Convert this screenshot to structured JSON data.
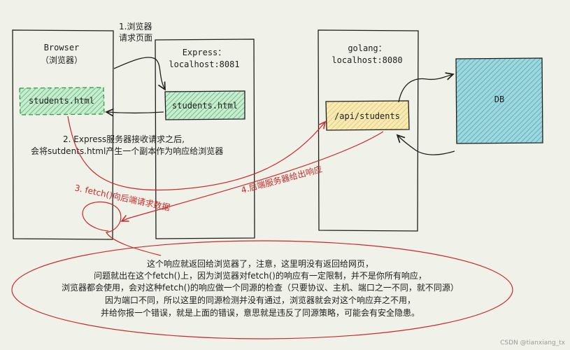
{
  "colors": {
    "background": "#f0f1e8",
    "stroke": "#1e1e1e",
    "red": "#c92a2a",
    "green_fill": "#8fd19e",
    "yellow_fill": "#f2e29b",
    "teal_fill": "#7cc6cf"
  },
  "nodes": {
    "browser": {
      "title": "Browser",
      "subtitle": "（浏览器）",
      "file": "students.html"
    },
    "express": {
      "title": "Express：",
      "subtitle": "localhost:8081",
      "file": "students.html"
    },
    "golang": {
      "title": "golang：",
      "subtitle": "localhost:8080",
      "endpoint": "/api/students"
    },
    "db": {
      "title": "DB"
    }
  },
  "labels": {
    "step1_line1": "1.浏览器",
    "step1_line2": "请求页面",
    "step2_line1": "2. Express服务器接收请求之后,",
    "step2_line2": "会将sutdents.html产生一个副本作为响应给浏览器",
    "step3": "3. fetch()向后端请求数据",
    "step4": "4.后端服务器给出响应"
  },
  "note": {
    "line1": "这个响应就返回给浏览器了，注意，这里明没有返回给网页，",
    "line2": "问题就出在这个fetch()上，因为浏览器对fetch()的响应有一定限制，并不是你所有响应，",
    "line3": "浏览器都会使用，会对这种fetch()的响应做一个同源的检查（只要协议、主机、端口之一不同，就不同源）",
    "line4": "因为端口不同，所以这里的同源检测并没有通过，浏览器就会对这个响应弃之不用，",
    "line5": "并给你报一个错误，就是上面的错误，意思就是违反了同源策略，可能会有安全隐患。"
  },
  "watermark": "CSDN @tianxiang_tx"
}
